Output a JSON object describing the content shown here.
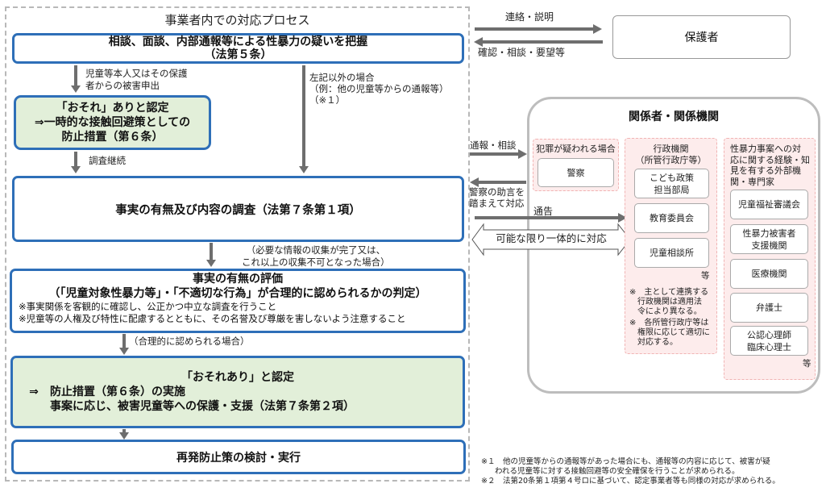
{
  "process": {
    "title": "事業者内での対応プロセス",
    "box1": {
      "line1": "相談、面談、内部通報等による性暴力の疑いを把握",
      "line2": "（法第５条）"
    },
    "label_victim_report": {
      "line1": "児童等本人又はその保護",
      "line2": "者からの被害申出"
    },
    "label_other_case": {
      "line1": "左記以外の場合",
      "line2": "（例：他の児童等からの通報等）",
      "line3": "（※１）"
    },
    "box2": {
      "line1": "「おそれ」ありと認定",
      "line2": "⇒一時的な接触回避策としての",
      "line3": "防止措置（第６条）"
    },
    "label_continue": "調査継続",
    "box3": "事実の有無及び内容の調査（法第７条第１項）",
    "label_collected": {
      "line1": "（必要な情報の収集が完了又は、",
      "line2": "これ以上の収集不可となった場合）"
    },
    "box4": {
      "line1": "事実の有無の評価",
      "line2": "（「児童対象性暴力等」・「不適切な行為」が合理的に認められるかの判定）",
      "note1": "※事実関係を客観的に確認し、公正かつ中立な調査を行うこと",
      "note2": "※児童等の人権及び特性に配慮するとともに、その名誉及び尊厳を害しないよう注意すること"
    },
    "label_reasonable": "（合理的に認められる場合）",
    "box5": {
      "line1": "「おそれあり」と認定",
      "arrow": "⇒",
      "line2": "防止措置（第６条）の実施",
      "line3": "事案に応じ、被害児童等への保護・支援（法第７条第２項）"
    },
    "box6": "再発防止策の検討・実行"
  },
  "guardian": {
    "name": "保護者",
    "to_label": "連絡・説明",
    "from_label": "確認・相談・要望等"
  },
  "related": {
    "title": "関係者・関係機関",
    "report_label": "通報・相談",
    "police_advice_label": {
      "line1": "警察の助言を",
      "line2": "踏まえて対応"
    },
    "notify_label": "通告",
    "unified_label": "可能な限り一体的に対応",
    "crime": {
      "header": "犯罪が疑われる場合",
      "items": [
        "警察"
      ]
    },
    "admin": {
      "header": {
        "line1": "行政機関",
        "line2": "（所管行政庁等）"
      },
      "items": [
        {
          "line1": "こども政策",
          "line2": "担当部局"
        },
        {
          "line1": "教育委員会",
          "line2": ""
        },
        {
          "line1": "児童相談所",
          "line2": ""
        }
      ],
      "etc": "等",
      "note1": {
        "line1": "※　主として連携する",
        "line2": "行政機関は適用法",
        "line3": "令により異なる。"
      },
      "note2": {
        "line1": "※　各所管行政庁等は",
        "line2": "権限に応じて適切に",
        "line3": "対応する。"
      }
    },
    "experts": {
      "header": {
        "line1": "性暴力事案への対",
        "line2": "応に関する経験・知",
        "line3": "見を有する外部機",
        "line4": "関・専門家"
      },
      "items": [
        {
          "line1": "児童福祉審議会",
          "line2": ""
        },
        {
          "line1": "性暴力被害者",
          "line2": "支援機関"
        },
        {
          "line1": "医療機関",
          "line2": ""
        },
        {
          "line1": "弁護士",
          "line2": ""
        },
        {
          "line1": "公認心理師",
          "line2": "臨床心理士"
        }
      ],
      "etc": "等"
    }
  },
  "footnotes": {
    "n1_line1": "※１　他の児童等からの通報等があった場合にも、通報等の内容に応じて、被害が疑",
    "n1_line2": "われる児童等に対する接触回避等の安全確保を行うことが求められる。",
    "n2": "※２　法第20条第１項第４号ロに基づいて、認定事業者等も同様の対応が求められる。"
  },
  "colors": {
    "box_border": "#2e6fb8",
    "green_fill": "#e2efd9",
    "pink_fill": "#fdecec",
    "arrow": "#6e6e6e"
  }
}
